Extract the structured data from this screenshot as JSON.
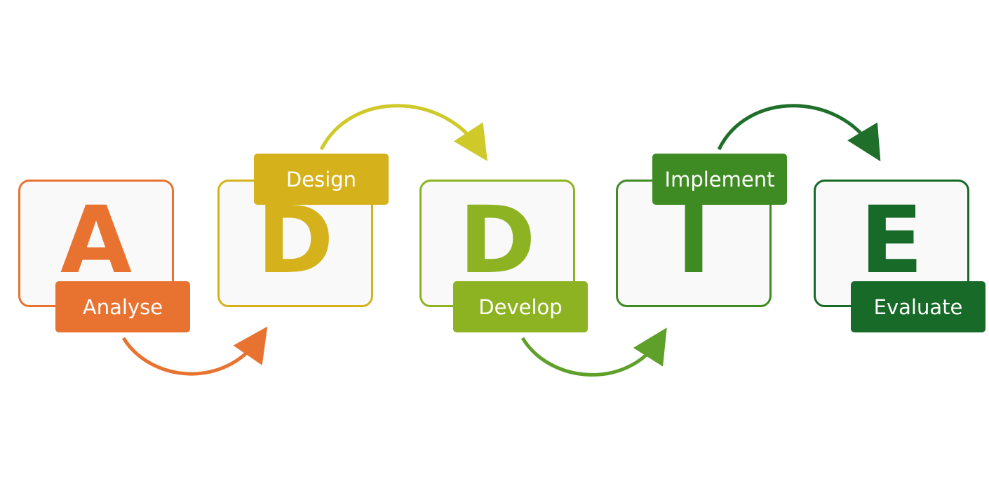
{
  "phases": [
    {
      "letter": "A",
      "label": "Analyse",
      "color": "#e87331"
    },
    {
      "letter": "D",
      "label": "Design",
      "color": "#d5b21c"
    },
    {
      "letter": "D",
      "label": "Develop",
      "color": "#8db322"
    },
    {
      "letter": "I",
      "label": "Implement",
      "color": "#3f8b23"
    },
    {
      "letter": "E",
      "label": "Evaluate",
      "color": "#176a27"
    }
  ],
  "arrow_colors": [
    "#e87331",
    "#cfc92a",
    "#5fa02a",
    "#1f6f2a"
  ]
}
